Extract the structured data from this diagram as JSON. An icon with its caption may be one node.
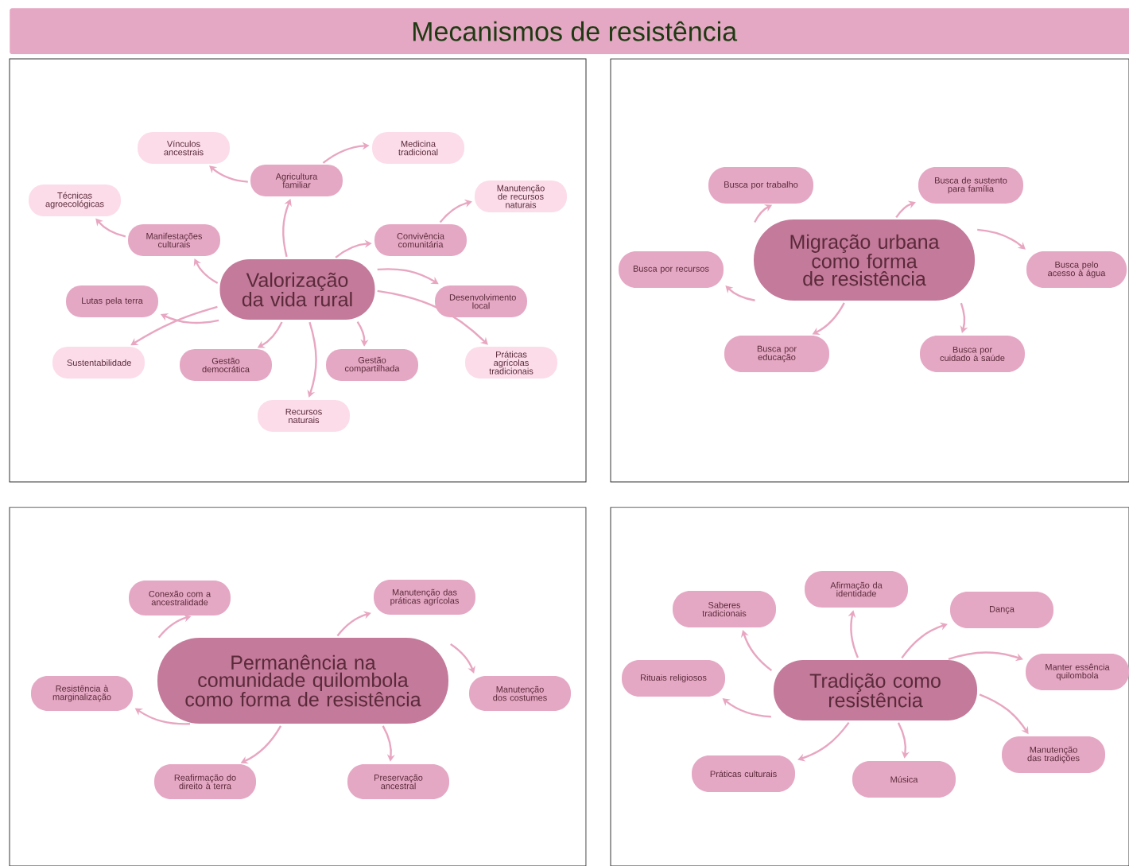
{
  "diagram": {
    "title": "Mecanismos de resistência",
    "nodes": [
      {
        "text": [
          "Valorização da vida rural"
        ]
      },
      {
        "text": [
          "Agricultura familiar"
        ]
      },
      {
        "text": [
          "Vínculos ancestrais"
        ]
      },
      {
        "text": [
          "Medicina tradicional"
        ]
      },
      {
        "text": [
          "Manifestações culturais"
        ]
      },
      {
        "text": [
          "Técnicas agroecológicas"
        ]
      },
      {
        "text": [
          "Convivência comunitária"
        ]
      },
      {
        "text": [
          "Manutenção de recursos naturais"
        ]
      },
      {
        "text": [
          "Lutas pela terra"
        ]
      },
      {
        "text": [
          "Desenvolvimento local"
        ]
      },
      {
        "text": [
          "Sustentabilidade"
        ]
      },
      {
        "text": [
          "Gestão democrática"
        ]
      },
      {
        "text": [
          "Gestão compartilhada"
        ]
      },
      {
        "text": [
          "Práticas agrícolas tradicionais"
        ]
      },
      {
        "text": [
          "Recursos naturais"
        ]
      },
      {
        "text": [
          "Migração urbana como forma de resistência"
        ]
      },
      {
        "text": [
          "Busca por trabalho"
        ]
      },
      {
        "text": [
          "Busca de sustento para família"
        ]
      },
      {
        "text": [
          "Busca por recursos"
        ]
      },
      {
        "text": [
          "Busca pelo acesso à água"
        ]
      },
      {
        "text": [
          "Busca por educação"
        ]
      },
      {
        "text": [
          "Busca por cuidado à saúde"
        ]
      },
      {
        "text": [
          "Permanência na comunidade quilombola como forma de resistência"
        ]
      },
      {
        "text": [
          "Conexão com a ancestralidade"
        ]
      },
      {
        "text": [
          "Manutenção das práticas agrícolas"
        ]
      },
      {
        "text": [
          "Resistência à marginalização"
        ]
      },
      {
        "text": [
          "Manutenção dos costumes"
        ]
      },
      {
        "text": [
          "Reafirmação do direito à terra"
        ]
      },
      {
        "text": [
          "Preservação ancestral"
        ]
      },
      {
        "text": [
          "Tradição como resistência"
        ]
      },
      {
        "text": [
          "Saberes tradicionais"
        ]
      },
      {
        "text": [
          "Afirmação da identidade"
        ]
      },
      {
        "text": [
          "Dança"
        ]
      },
      {
        "text": [
          "Rituais religiosos"
        ]
      },
      {
        "text": [
          "Manter essência quilombola"
        ]
      },
      {
        "text": [
          "Práticas culturais"
        ]
      },
      {
        "text": [
          "Música"
        ]
      },
      {
        "text": [
          "Manutenção das tradições"
        ]
      }
    ],
    "edges": [
      {
        "from": 0,
        "to": 1,
        "arrow": "to"
      },
      {
        "from": 0,
        "to": 4,
        "arrow": "to"
      },
      {
        "from": 0,
        "to": 6,
        "arrow": "to"
      },
      {
        "from": 1,
        "to": 2,
        "arrow": "to"
      },
      {
        "from": 1,
        "to": 3,
        "arrow": "to"
      },
      {
        "from": 4,
        "to": 5,
        "arrow": "to"
      },
      {
        "from": 6,
        "to": 7,
        "arrow": "to"
      },
      {
        "from": 0,
        "to": 8,
        "arrow": "to"
      },
      {
        "from": 0,
        "to": 9,
        "arrow": "to"
      },
      {
        "from": 0,
        "to": 10,
        "arrow": "to"
      },
      {
        "from": 0,
        "to": 11,
        "arrow": "to"
      },
      {
        "from": 0,
        "to": 12,
        "arrow": "to"
      },
      {
        "from": 0,
        "to": 13,
        "arrow": "to"
      },
      {
        "from": 0,
        "to": 14,
        "arrow": "to"
      },
      {
        "from": 15,
        "to": 16,
        "arrow": "to"
      },
      {
        "from": 15,
        "to": 17,
        "arrow": "to"
      },
      {
        "from": 15,
        "to": 18,
        "arrow": "to"
      },
      {
        "from": 15,
        "to": 19,
        "arrow": "to"
      },
      {
        "from": 15,
        "to": 20,
        "arrow": "to"
      },
      {
        "from": 15,
        "to": 21,
        "arrow": "to"
      },
      {
        "from": 22,
        "to": 23,
        "arrow": "to"
      },
      {
        "from": 22,
        "to": 24,
        "arrow": "to"
      },
      {
        "from": 22,
        "to": 25,
        "arrow": "to"
      },
      {
        "from": 22,
        "to": 26,
        "arrow": "to"
      },
      {
        "from": 22,
        "to": 27,
        "arrow": "to"
      },
      {
        "from": 22,
        "to": 28,
        "arrow": "to"
      },
      {
        "from": 29,
        "to": 30,
        "arrow": "to"
      },
      {
        "from": 29,
        "to": 31,
        "arrow": "to"
      },
      {
        "from": 29,
        "to": 32,
        "arrow": "to"
      },
      {
        "from": 29,
        "to": 33,
        "arrow": "to"
      },
      {
        "from": 29,
        "to": 34,
        "arrow": "to"
      },
      {
        "from": 29,
        "to": 35,
        "arrow": "to"
      },
      {
        "from": 29,
        "to": 36,
        "arrow": "to"
      },
      {
        "from": 29,
        "to": 37,
        "arrow": "to"
      }
    ]
  }
}
